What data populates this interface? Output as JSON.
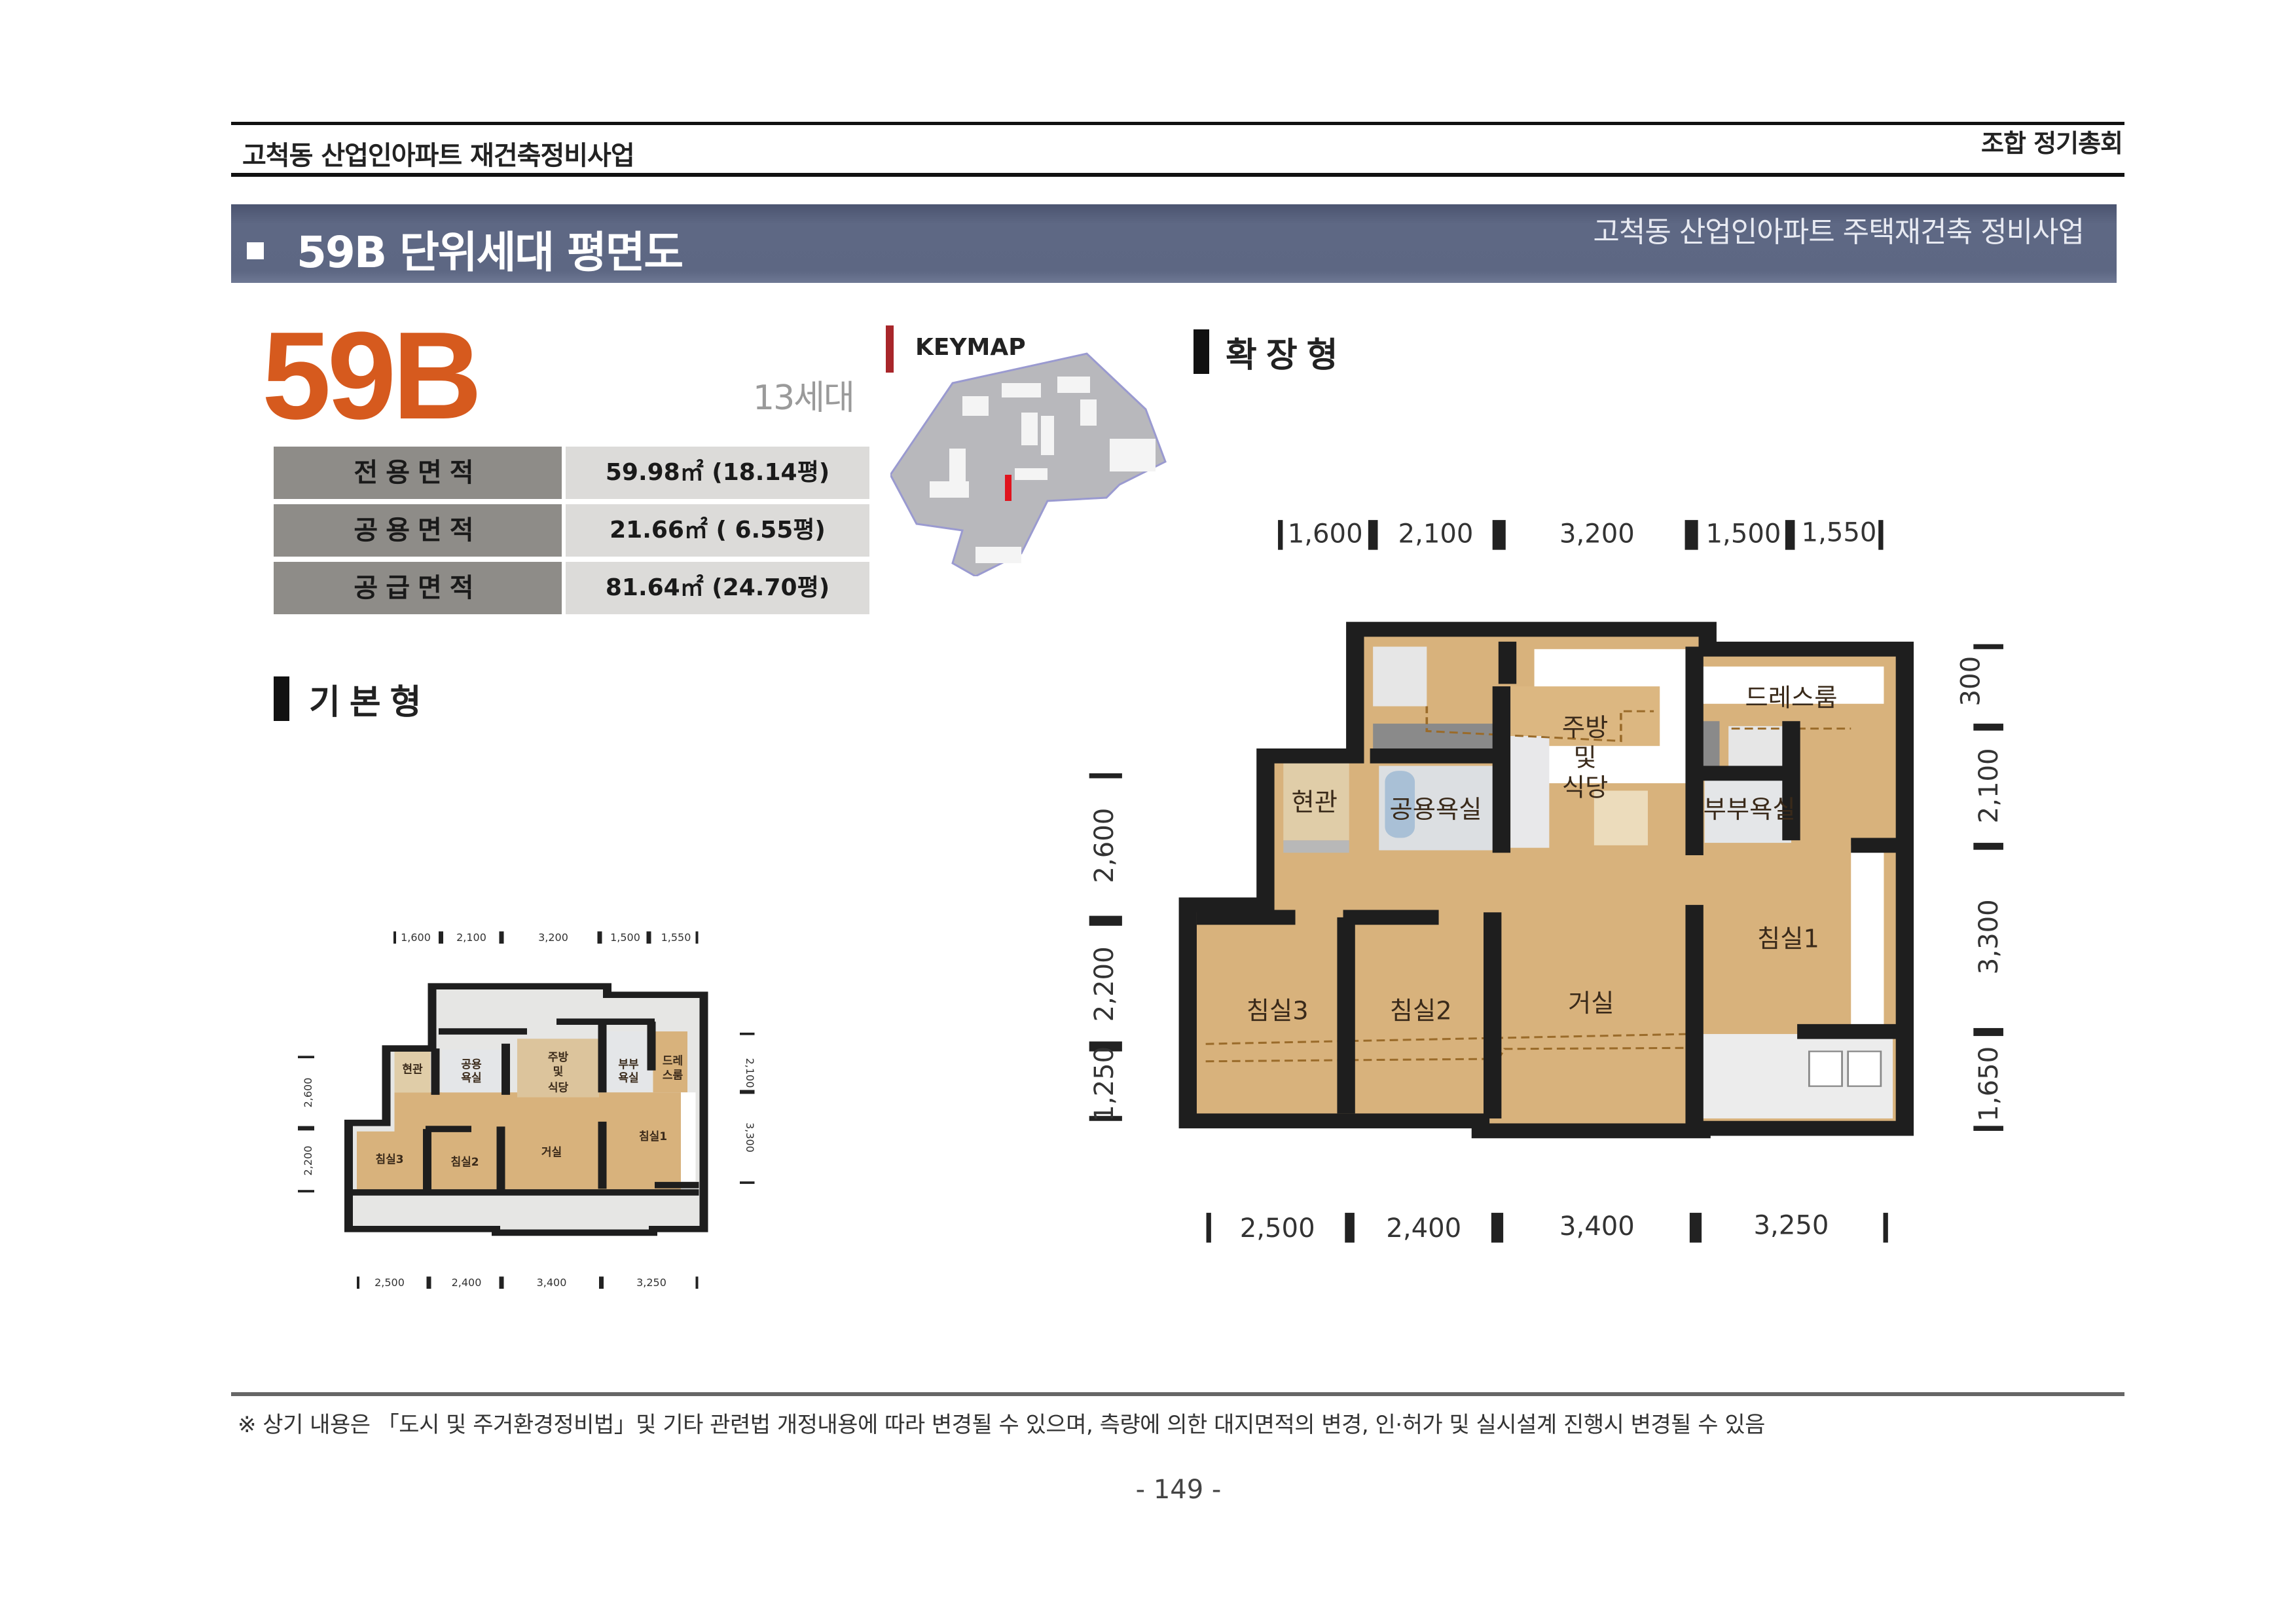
{
  "header": {
    "left": "고척동 산업인아파트 재건축정비사업",
    "right": "조합 정기총회"
  },
  "banner": {
    "title": "59B 단위세대 평면도",
    "subtitle": "고척동 산업인아파트 주택재건축 정비사업"
  },
  "unit": {
    "name": "59B",
    "households": "13세대"
  },
  "areas": [
    {
      "label": "전용면적",
      "value": "59.98㎡ (18.14평)"
    },
    {
      "label": "공용면적",
      "value": "21.66㎡ ( 6.55평)"
    },
    {
      "label": "공급면적",
      "value": "81.64㎡ (24.70평)"
    }
  ],
  "keymap": {
    "label": "KEYMAP",
    "highlight_color": "#e0141e"
  },
  "basic": {
    "title": "기본형",
    "rooms": {
      "entrance": "현관",
      "bath_common_1": "공용",
      "bath_common_2": "욕실",
      "kitchen_1": "주방",
      "kitchen_2": "및",
      "kitchen_3": "식당",
      "bath_master_1": "부부",
      "bath_master_2": "욕실",
      "dress_1": "드레",
      "dress_2": "스룸",
      "bed1": "침실1",
      "bed2": "침실2",
      "bed3": "침실3",
      "living": "거실"
    },
    "dims_top": [
      "1,600",
      "2,100",
      "3,200",
      "1,500",
      "1,550"
    ],
    "dims_bottom": [
      "2,500",
      "2,400",
      "3,400",
      "3,250"
    ],
    "dims_left": [
      "2,600",
      "2,200"
    ],
    "dims_right": [
      "2,100",
      "3,300"
    ]
  },
  "expanded": {
    "title": "확장형",
    "rooms": {
      "entrance": "현관",
      "bath_common": "공용욕실",
      "kitchen_1": "주방",
      "kitchen_2": "및",
      "kitchen_3": "식당",
      "dressroom": "드레스룸",
      "bath_master": "부부욕실",
      "bed1": "침실1",
      "bed2": "침실2",
      "bed3": "침실3",
      "living": "거실"
    },
    "dims_top": [
      "1,600",
      "2,100",
      "3,200",
      "1,500",
      "1,550"
    ],
    "dims_bottom": [
      "2,500",
      "2,400",
      "3,400",
      "3,250"
    ],
    "dims_left": [
      "2,600",
      "2,200",
      "1,250"
    ],
    "dims_right": [
      "300",
      "2,100",
      "3,300",
      "1,650"
    ]
  },
  "colors": {
    "accent_orange": "#d65a1e",
    "banner": "#5d6783",
    "floor_wood": "#d8b27c",
    "wall": "#1e1e1e"
  },
  "footer": {
    "note": "※ 상기 내용은 「도시 및 주거환경정비법」및 기타 관련법 개정내용에 따라 변경될 수 있으며, 측량에 의한 대지면적의 변경, 인·허가 및 실시설계 진행시 변경될 수 있음",
    "page": "- 149 -"
  }
}
